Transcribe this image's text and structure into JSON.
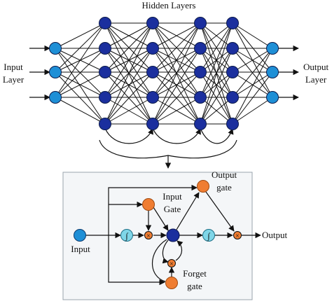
{
  "network": {
    "hidden_title": "Hidden Layers",
    "input_label_line1": "Input",
    "input_label_line2": "Layer",
    "output_label_line1": "Output",
    "output_label_line2": "Layer"
  },
  "lstm_cell": {
    "input_label": "Input",
    "output_label": "Output",
    "input_gate_line1": "Input",
    "input_gate_line2": "Gate",
    "output_gate_line1": "Output",
    "output_gate_line2": "gate",
    "forget_gate_line1": "Forget",
    "forget_gate_line2": "gate",
    "sigma_symbol": "∫",
    "multiply_symbol": "×"
  },
  "colors": {
    "input_node": "#1e8fd6",
    "hidden_node": "#1b2f9e",
    "gate_node": "#ef7d32",
    "sigma_node": "#7fd6e8",
    "panel_background": "#f4f6f8"
  }
}
